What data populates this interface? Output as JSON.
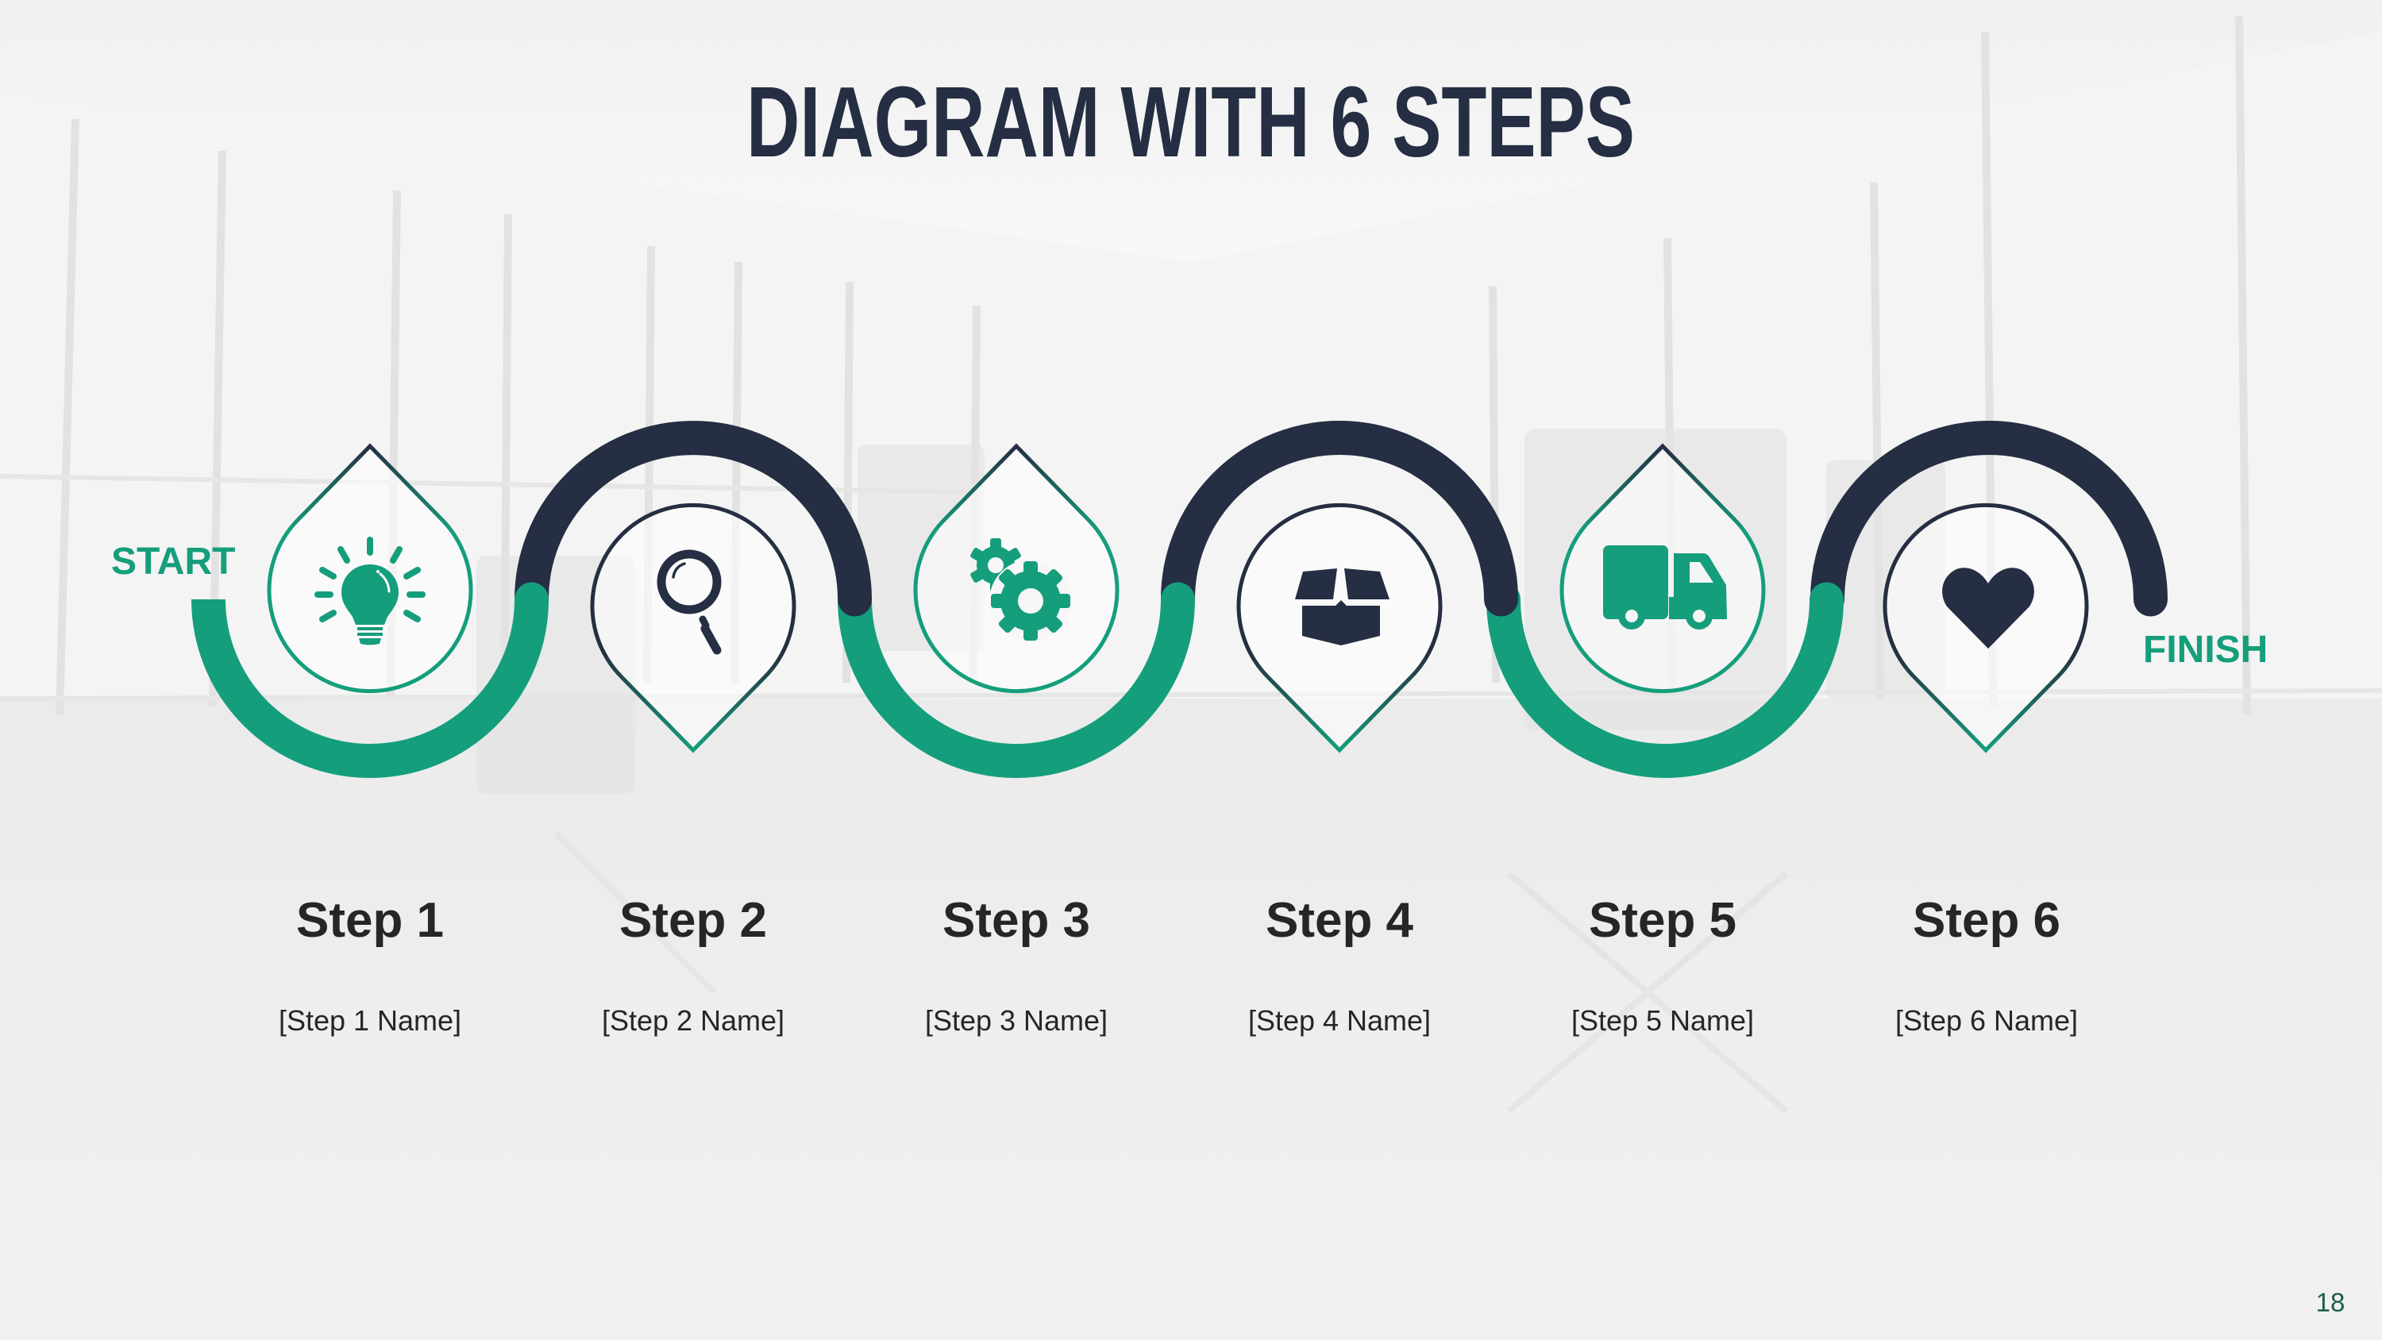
{
  "slide": {
    "title": "DIAGRAM WITH 6 STEPS",
    "page_number": "18"
  },
  "colors": {
    "accent_green": "#159E7C",
    "dark_navy": "#252E42",
    "text_dark": "#262626",
    "page_number": "#1B5E4B"
  },
  "diagram": {
    "start_label": "START",
    "finish_label": "FINISH",
    "steps": [
      {
        "title": "Step 1",
        "name": "[Step 1 Name]",
        "icon": "lightbulb-icon",
        "icon_color": "#159E7C",
        "marker": "drop-up"
      },
      {
        "title": "Step 2",
        "name": "[Step 2 Name]",
        "icon": "magnifier-icon",
        "icon_color": "#252E42",
        "marker": "pin-down"
      },
      {
        "title": "Step 3",
        "name": "[Step 3 Name]",
        "icon": "gears-icon",
        "icon_color": "#159E7C",
        "marker": "drop-up"
      },
      {
        "title": "Step 4",
        "name": "[Step 4 Name]",
        "icon": "open-box-icon",
        "icon_color": "#252E42",
        "marker": "pin-down"
      },
      {
        "title": "Step 5",
        "name": "[Step 5 Name]",
        "icon": "truck-icon",
        "icon_color": "#159E7C",
        "marker": "drop-up"
      },
      {
        "title": "Step 6",
        "name": "[Step 6 Name]",
        "icon": "heart-icon",
        "icon_color": "#252E42",
        "marker": "pin-down"
      }
    ]
  }
}
